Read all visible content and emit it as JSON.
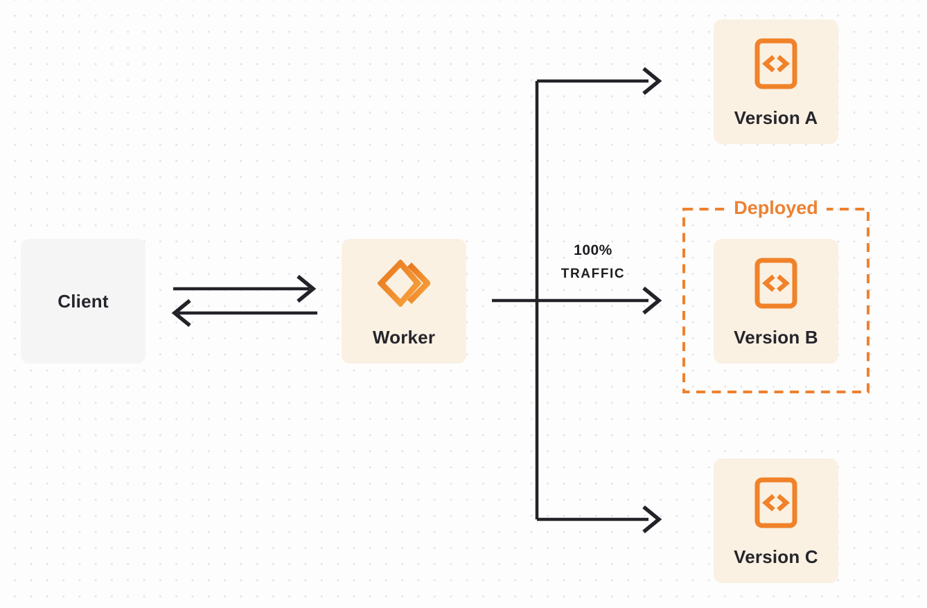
{
  "diagram": {
    "title": "worker-version-routing-diagram",
    "nodes": {
      "client": {
        "label": "Client"
      },
      "worker": {
        "label": "Worker"
      },
      "version_a": {
        "label": "Version A"
      },
      "version_b": {
        "label": "Version B"
      },
      "version_c": {
        "label": "Version C"
      }
    },
    "annotations": {
      "deployed_label": "Deployed",
      "traffic_line1": "100%",
      "traffic_line2": "TRAFFIC"
    },
    "edges": [
      {
        "from": "client",
        "to": "worker",
        "direction": "right"
      },
      {
        "from": "worker",
        "to": "client",
        "direction": "left"
      },
      {
        "from": "worker",
        "to": "version_a"
      },
      {
        "from": "worker",
        "to": "version_b",
        "label": "100% TRAFFIC"
      },
      {
        "from": "worker",
        "to": "version_c"
      }
    ],
    "icons": {
      "worker": "cloudflare-workers-icon",
      "versions": "code-file-icon"
    },
    "colors": {
      "accent_orange": "#f08229",
      "deployed_dash_orange": "#ee8130",
      "deployed_text_orange": "#ed8132",
      "node_cream_bg": "#faf1e3",
      "client_gray_bg": "#f5f5f6",
      "arrow_dark": "#232228",
      "text_dark": "#26252b",
      "page_bg": "#fdfdfd",
      "dot_grid": "#e3e3e6"
    }
  }
}
